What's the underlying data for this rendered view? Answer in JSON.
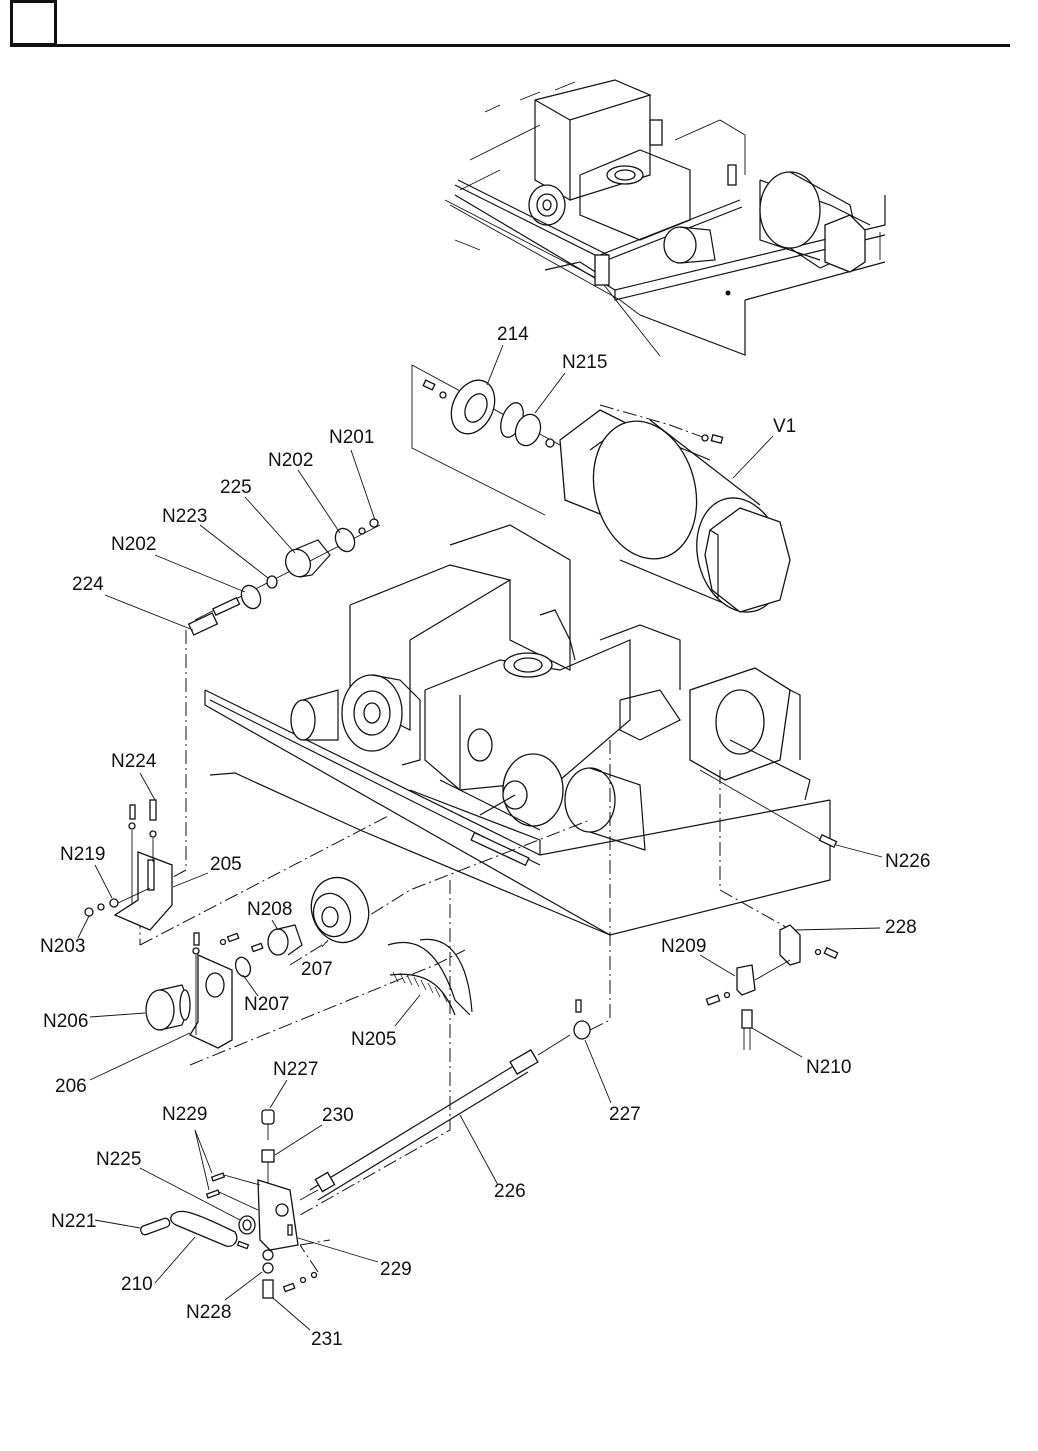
{
  "page": {
    "header_box_text": "",
    "title": ""
  },
  "diagram": {
    "type": "exploded parts view",
    "subject": "Drive motor, gearbox, timing belt pulley and hand crank assembly",
    "overview_inset": "Assembled view of drive unit",
    "labels": [
      {
        "id": "214",
        "text": "214",
        "part": "flange plate"
      },
      {
        "id": "N215",
        "text": "N215",
        "part": "coupling"
      },
      {
        "id": "V1",
        "text": "V1",
        "part": "drive motor"
      },
      {
        "id": "N201",
        "text": "N201",
        "part": "nut"
      },
      {
        "id": "N202a",
        "text": "N202",
        "part": "bearing (outer)"
      },
      {
        "id": "225",
        "text": "225",
        "part": "idler roller"
      },
      {
        "id": "N223",
        "text": "N223",
        "part": "spacer"
      },
      {
        "id": "N202b",
        "text": "N202",
        "part": "bearing (inner)"
      },
      {
        "id": "224",
        "text": "224",
        "part": "idler shaft"
      },
      {
        "id": "N224",
        "text": "N224",
        "part": "bolt"
      },
      {
        "id": "N219",
        "text": "N219",
        "part": "washer"
      },
      {
        "id": "205",
        "text": "205",
        "part": "idler bracket"
      },
      {
        "id": "N203",
        "text": "N203",
        "part": "nut"
      },
      {
        "id": "N208",
        "text": "N208",
        "part": "locking bushing"
      },
      {
        "id": "207",
        "text": "207",
        "part": "timing pulley"
      },
      {
        "id": "N207",
        "text": "N207",
        "part": "flexible coupling"
      },
      {
        "id": "N206",
        "text": "N206",
        "part": "encoder"
      },
      {
        "id": "206",
        "text": "206",
        "part": "encoder bracket"
      },
      {
        "id": "N205",
        "text": "N205",
        "part": "timing belt"
      },
      {
        "id": "N226",
        "text": "N226",
        "part": "pin"
      },
      {
        "id": "228",
        "text": "228",
        "part": "sensor bracket"
      },
      {
        "id": "N209",
        "text": "N209",
        "part": "proximity sensor"
      },
      {
        "id": "N210",
        "text": "N210",
        "part": "connector"
      },
      {
        "id": "N227",
        "text": "N227",
        "part": "knob"
      },
      {
        "id": "230",
        "text": "230",
        "part": "stopper"
      },
      {
        "id": "227",
        "text": "227",
        "part": "joint"
      },
      {
        "id": "N229",
        "text": "N229",
        "part": "screws"
      },
      {
        "id": "N225",
        "text": "N225",
        "part": "bearing"
      },
      {
        "id": "226",
        "text": "226",
        "part": "crank shaft"
      },
      {
        "id": "N221",
        "text": "N221",
        "part": "handle grip"
      },
      {
        "id": "229",
        "text": "229",
        "part": "crank bracket"
      },
      {
        "id": "210",
        "text": "210",
        "part": "crank handle"
      },
      {
        "id": "N228",
        "text": "N228",
        "part": "bushing"
      },
      {
        "id": "231",
        "text": "231",
        "part": "pin bolt"
      }
    ]
  }
}
